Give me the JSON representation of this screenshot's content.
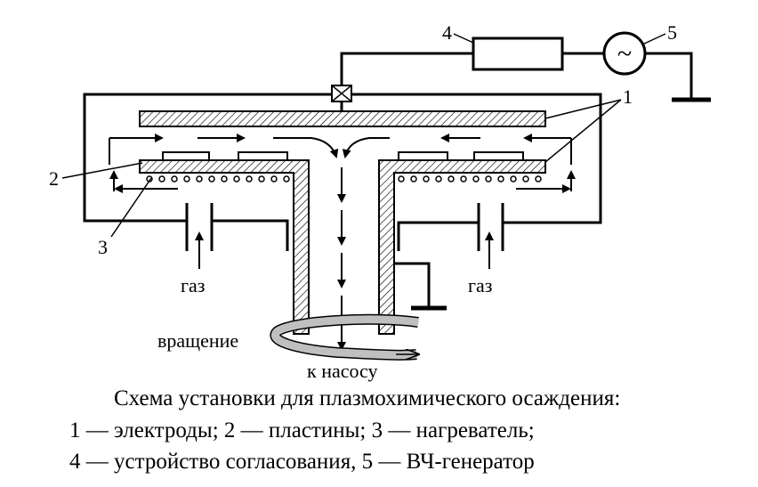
{
  "diagram": {
    "labels": {
      "num1": "1",
      "num2": "2",
      "num3": "3",
      "num4": "4",
      "num5": "5",
      "gas_left": "газ",
      "gas_right": "газ",
      "rotation": "вращение",
      "to_pump": "к насосу",
      "generator_symbol": "~"
    }
  },
  "caption": {
    "line1": "Схема установки для плазмохимического осаждения:",
    "line2": "1 — электроды; 2 — пластины; 3 — нагреватель;",
    "line3": "4 — устройство согласования, 5 — ВЧ-генератор"
  },
  "colors": {
    "ink": "#000000",
    "rotation_band": "#bfbfbf",
    "background": "#ffffff"
  }
}
